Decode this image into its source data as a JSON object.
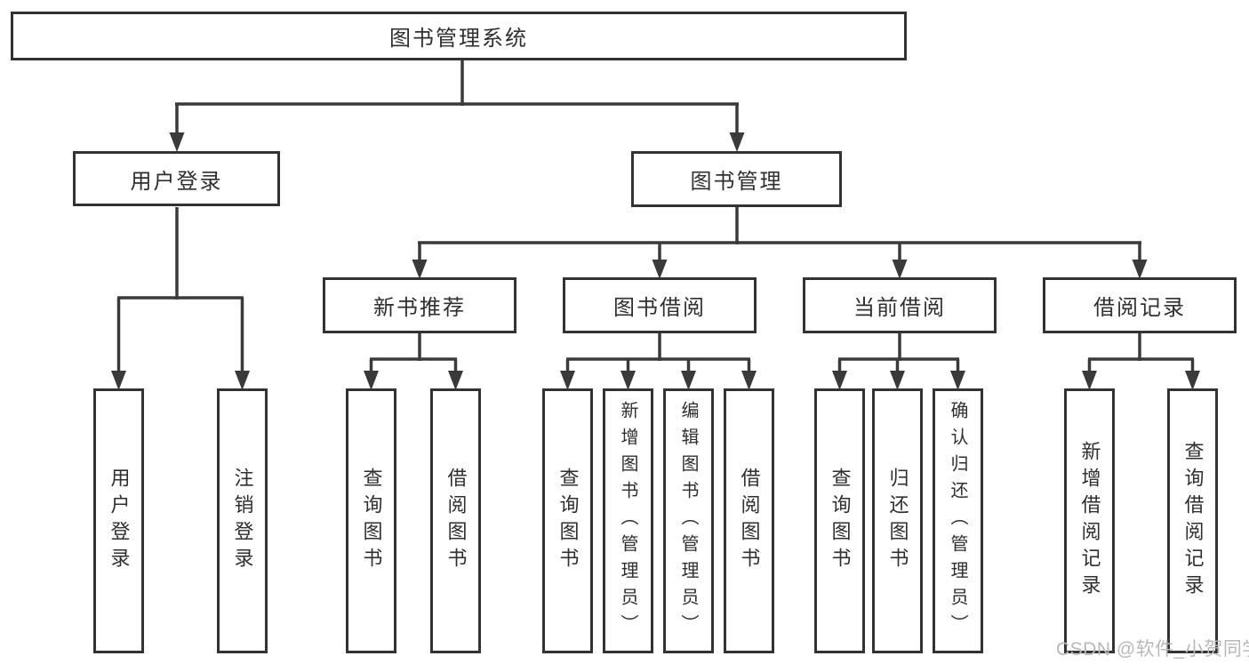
{
  "tree": {
    "label": "图书管理系统",
    "children": [
      {
        "label": "用户登录",
        "children": [
          {
            "label": "用户登录"
          },
          {
            "label": "注销登录"
          }
        ]
      },
      {
        "label": "图书管理",
        "children": [
          {
            "label": "新书推荐",
            "children": [
              {
                "label": "查询图书"
              },
              {
                "label": "借阅图书"
              }
            ]
          },
          {
            "label": "图书借阅",
            "children": [
              {
                "label": "查询图书"
              },
              {
                "label": "新增图书（管理员）"
              },
              {
                "label": "编辑图书（管理员）"
              },
              {
                "label": "借阅图书"
              }
            ]
          },
          {
            "label": "当前借阅",
            "children": [
              {
                "label": "查询图书"
              },
              {
                "label": "归还图书"
              },
              {
                "label": "确认归还（管理员）"
              }
            ]
          },
          {
            "label": "借阅记录",
            "children": [
              {
                "label": "新增借阅记录"
              },
              {
                "label": "查询借阅记录"
              }
            ]
          }
        ]
      }
    ]
  },
  "watermark": {
    "text": "CSDN @软件_小贺同学"
  },
  "colors": {
    "line": "#3a3a3a",
    "box_border": "#333333",
    "text": "#2f2f2f",
    "watermark": "#b9b9b9",
    "background": "#ffffff"
  }
}
